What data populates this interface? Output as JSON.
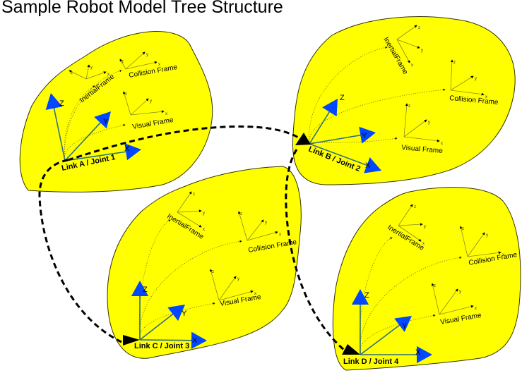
{
  "title": "Sample Robot Model Tree Structure",
  "colors": {
    "link_fill": "#ffff00",
    "main_axis_head": "#0047ff",
    "main_axis_line": "#2e6f7a",
    "joint_marker": "#000000",
    "chain": "#000000"
  },
  "axis_letters": {
    "x": "X",
    "y": "Y",
    "z": "Z"
  },
  "small_axis_letters": {
    "x": "x",
    "y": "y",
    "z": "z"
  },
  "links": [
    {
      "id": "A",
      "label": "Link A / Joint 1",
      "frames": [
        "InertialFrame",
        "Collision Frame",
        "Visual Frame"
      ]
    },
    {
      "id": "B",
      "label": "Link B / Joint 2",
      "frames": [
        "InertialFrame",
        "Collision Frame",
        "Visual Frame"
      ]
    },
    {
      "id": "C",
      "label": "Link C / Joint 3",
      "frames": [
        "InertialFrame",
        "Collision Frame",
        "Visual Frame"
      ]
    },
    {
      "id": "D",
      "label": "Link D / Joint 4",
      "frames": [
        "InertialFrame",
        "Collision Frame",
        "Visual Frame"
      ]
    }
  ],
  "chain": [
    {
      "from": "A",
      "to": "B"
    },
    {
      "from": "A",
      "to": "C"
    },
    {
      "from": "B",
      "to": "D"
    }
  ]
}
